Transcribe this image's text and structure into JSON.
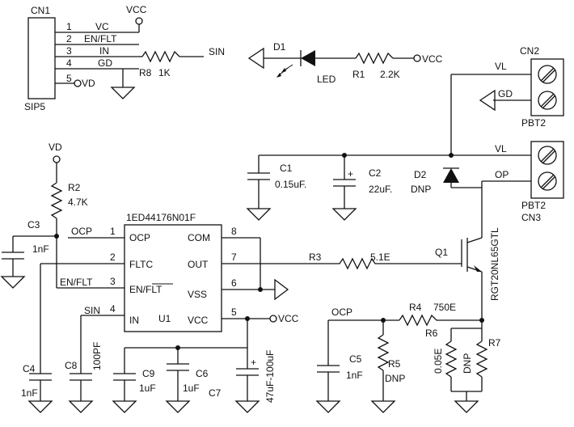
{
  "connector_cn1": {
    "ref": "CN1",
    "type": "SIP5",
    "pins": [
      {
        "num": "1",
        "name": "VC"
      },
      {
        "num": "2",
        "name": "EN/FLT"
      },
      {
        "num": "3",
        "name": "IN"
      },
      {
        "num": "4",
        "name": "GD"
      },
      {
        "num": "5",
        "name": "VD"
      }
    ]
  },
  "nets": {
    "vcc": "VCC",
    "vd": "VD",
    "sin": "SIN",
    "vl": "VL",
    "gd": "GD",
    "op": "OP",
    "ocp": "OCP",
    "en_flt": "EN/FLT",
    "sin_pin": "SIN"
  },
  "components": {
    "r8": {
      "ref": "R8",
      "value": "1K"
    },
    "d1": {
      "ref": "D1",
      "value": "LED"
    },
    "r1": {
      "ref": "R1",
      "value": "2.2K"
    },
    "r2": {
      "ref": "R2",
      "value": "4.7K"
    },
    "c3": {
      "ref": "C3",
      "value": "1nF"
    },
    "c1": {
      "ref": "C1",
      "value": "0.15uF."
    },
    "c2": {
      "ref": "C2",
      "value": "22uF."
    },
    "d2": {
      "ref": "D2",
      "value": "DNP"
    },
    "r3": {
      "ref": "R3",
      "value": "5.1E"
    },
    "q1": {
      "ref": "Q1",
      "value": "RGT20NL65GTL"
    },
    "r4": {
      "ref": "R4",
      "value": "750E"
    },
    "r5": {
      "ref": "R5",
      "value": "DNP"
    },
    "r6": {
      "ref": "R6",
      "value": "0.05E"
    },
    "r7": {
      "ref": "R7",
      "value": "DNP"
    },
    "c5": {
      "ref": "C5",
      "value": "1nF"
    },
    "c4": {
      "ref": "C4",
      "value": "1nF"
    },
    "c8": {
      "ref": "C8",
      "value": "100PF"
    },
    "c9": {
      "ref": "C9",
      "value": "1uF"
    },
    "c6": {
      "ref": "C6",
      "value": "1uF"
    },
    "c7": {
      "ref": "C7",
      "value": "47uF-100uF"
    },
    "cn2": {
      "ref": "CN2",
      "type": "PBT2"
    },
    "cn3": {
      "ref": "CN3",
      "type": "PBT2"
    },
    "plus": "+"
  },
  "ic": {
    "part": "1ED44176N01F",
    "ref": "U1",
    "pins": [
      {
        "num": "1",
        "name": "OCP"
      },
      {
        "num": "2",
        "name": "FLTC"
      },
      {
        "num": "3",
        "name": "EN/FLT"
      },
      {
        "num": "4",
        "name": "IN"
      },
      {
        "num": "8",
        "name": "COM"
      },
      {
        "num": "7",
        "name": "OUT"
      },
      {
        "num": "6",
        "name": "VSS"
      },
      {
        "num": "5",
        "name": "VCC"
      }
    ]
  }
}
